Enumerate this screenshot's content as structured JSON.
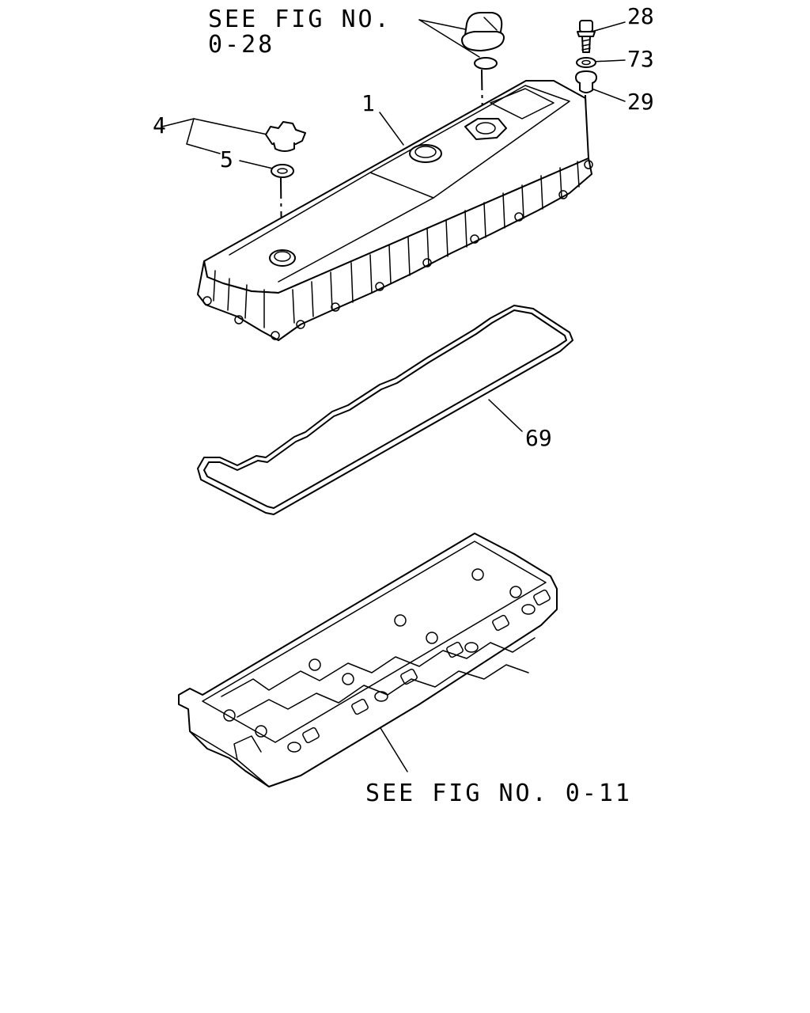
{
  "references": {
    "upper_ref_line1": "SEE FIG NO.",
    "upper_ref_line2": "0-28",
    "lower_ref": "SEE FIG NO. 0-11"
  },
  "callouts": {
    "cover": "1",
    "cap": "4",
    "cap_seal": "5",
    "bolt": "28",
    "washer": "73",
    "grommet": "29",
    "gasket": "69"
  }
}
